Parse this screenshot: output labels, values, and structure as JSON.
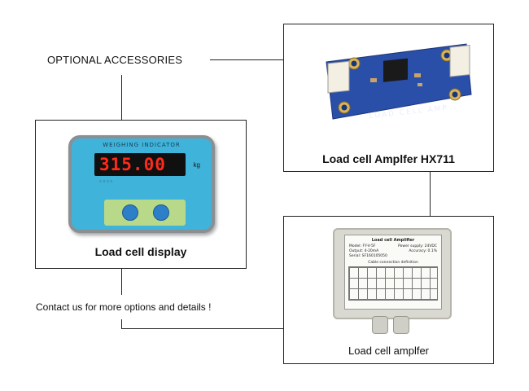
{
  "heading": "OPTIONAL ACCESSORIES",
  "contact_note": "Contact us for more options and details !",
  "products": {
    "display": {
      "caption": "Load cell display",
      "device_title": "WEIGHING   INDICATOR",
      "readout": "315.00",
      "unit": "kg"
    },
    "hx711": {
      "caption": "Load cell Amplfer HX711",
      "silk_text": "LOAD CELL AMP"
    },
    "amplifier": {
      "caption": "Load cell amplfer",
      "label_title": "Load cell Amplifier",
      "label_model": "Model: FY-V-5F",
      "label_power": "Power supply: 24VDC",
      "label_output": "Output: 4-20mA",
      "label_accuracy": "Accuracy: 0.1%",
      "label_serial": "Serial: SF160105050",
      "label_table_title": "Cable connection definition"
    }
  },
  "colors": {
    "indicator_body": "#3fb3d9",
    "lcd_digits": "#ff2a1a",
    "pcb": "#2a4fa8",
    "keypad": "#b8d98a"
  }
}
